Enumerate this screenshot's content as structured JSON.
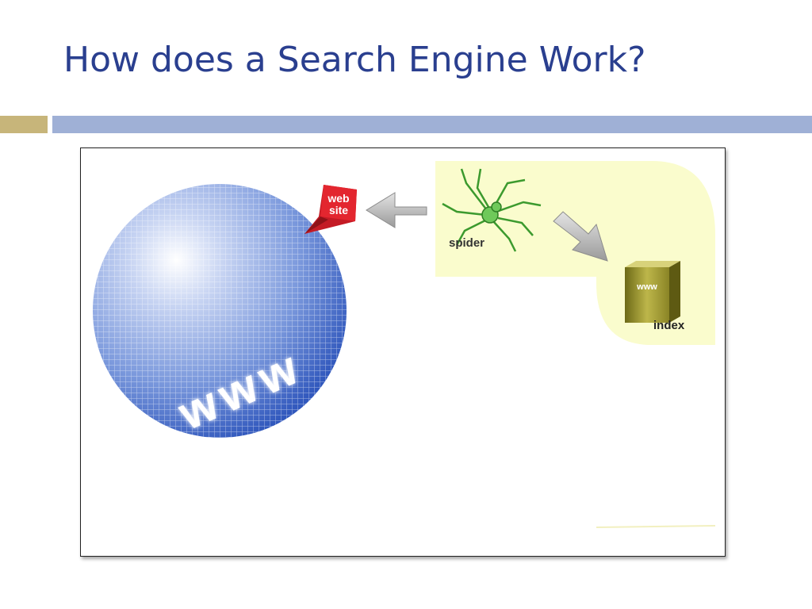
{
  "slide": {
    "title": "How does a Search Engine Work?"
  },
  "diagram": {
    "globe_text": "www",
    "website_label_line1": "web",
    "website_label_line2": "site",
    "spider_label": "spider",
    "book_cover_text": "www",
    "index_label": "index"
  },
  "colors": {
    "title": "#2a3f8f",
    "accent_gold": "#c7b57a",
    "accent_blue": "#9fb0d6",
    "globe_blue": "#3f66c7",
    "panel_yellow": "#fafccd",
    "spider_green": "#3c9a2e",
    "book_olive": "#a09a33",
    "website_red": "#d9202a"
  }
}
